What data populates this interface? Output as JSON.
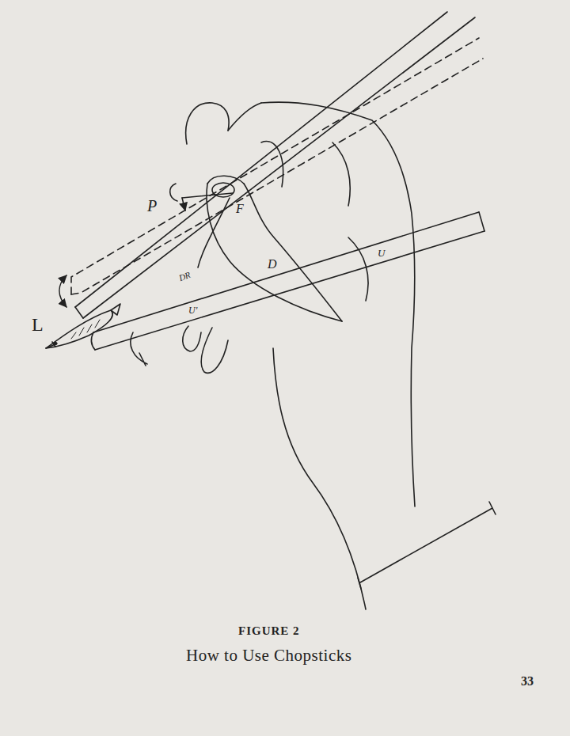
{
  "diagram": {
    "caption": "How to Use Chopsticks",
    "labels": [
      "P",
      "F",
      "DR",
      "L",
      "D",
      "U'",
      "U",
      "FIGURE 2",
      "33"
    ]
  }
}
